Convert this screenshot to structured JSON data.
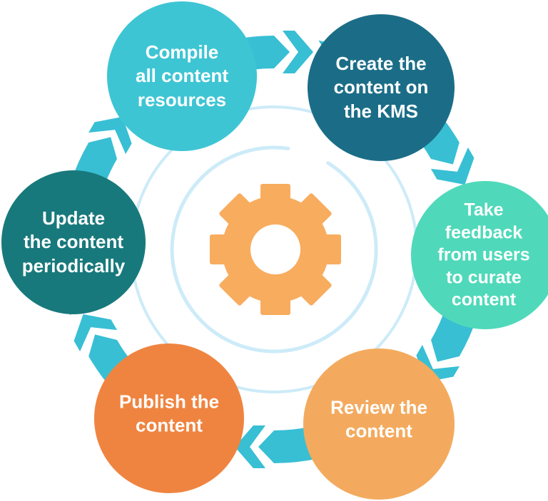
{
  "diagram": {
    "kind": "circular-process-cycle",
    "center_icon": "gear-icon",
    "flow_direction": "clockwise"
  },
  "colors": {
    "background": "#ffffff",
    "arrow": "#38BFD4",
    "ring": "#CDEBF8",
    "gear": "#F8AC5E",
    "gear_hole": "#ffffff",
    "label_text": "#ffffff"
  },
  "steps": [
    {
      "id": "compile",
      "label": "Compile\nall content\nresources",
      "color": "#3EC5D4"
    },
    {
      "id": "create",
      "label": "Create the\ncontent on\nthe KMS",
      "color": "#1B6D87"
    },
    {
      "id": "feedback",
      "label": "Take\nfeedback\nfrom users\nto curate\ncontent",
      "color": "#4FD9BA"
    },
    {
      "id": "review",
      "label": "Review the\ncontent",
      "color": "#F3AA5E"
    },
    {
      "id": "publish",
      "label": "Publish the\ncontent",
      "color": "#EF8440"
    },
    {
      "id": "update",
      "label": "Update\nthe content\nperiodically",
      "color": "#18797C"
    }
  ]
}
